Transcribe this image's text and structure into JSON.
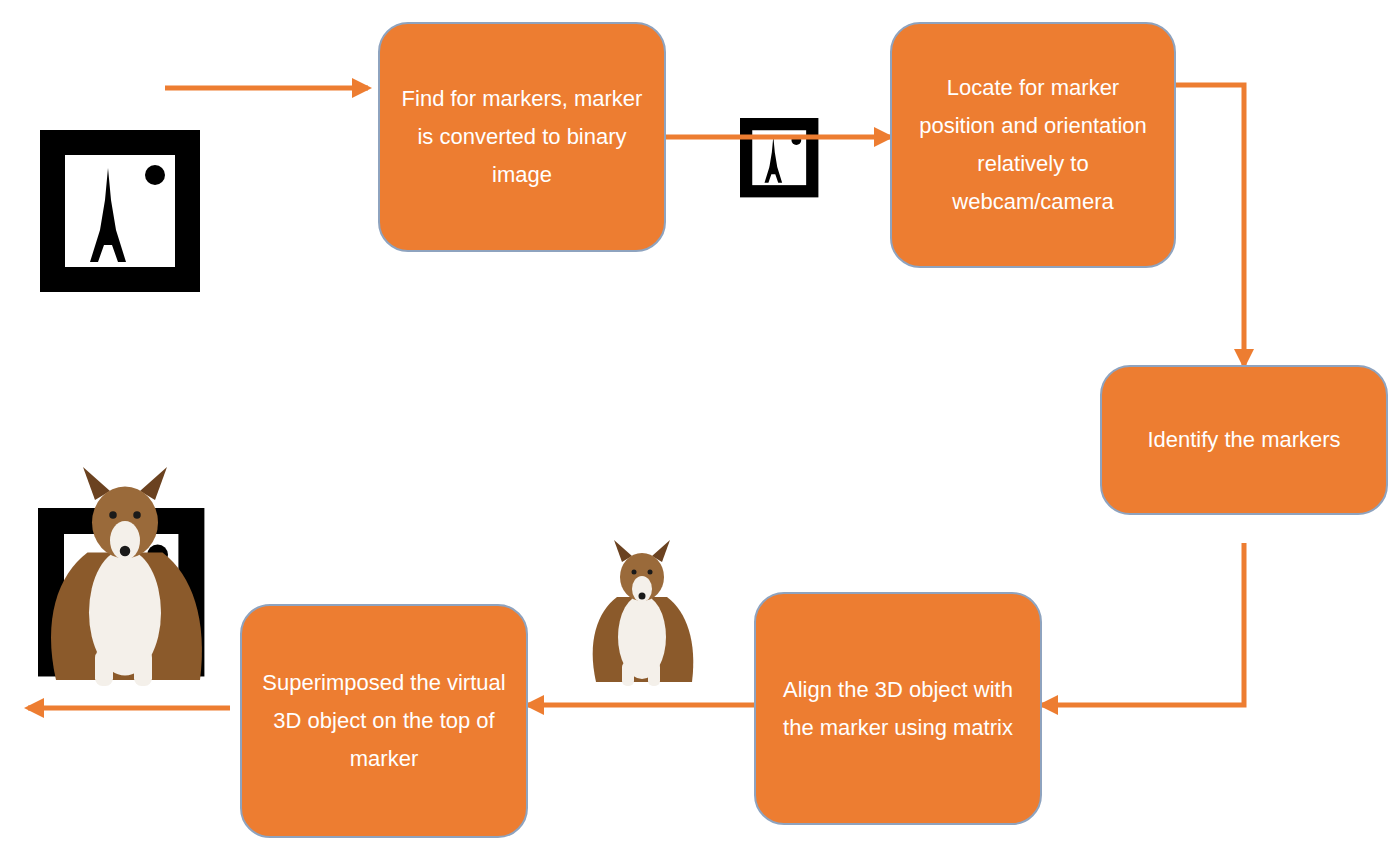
{
  "diagram": {
    "nodes": [
      {
        "text": [
          "Find for markers, marker is converted to binary image"
        ]
      },
      {
        "text": [
          "Locate for marker position and orientation relatively to webcam/camera"
        ]
      },
      {
        "text": [
          "Identify the markers"
        ]
      },
      {
        "text": [
          "Align the 3D object with the marker using matrix"
        ]
      },
      {
        "text": [
          "Superimposed the virtual 3D object on the top of marker"
        ]
      }
    ],
    "edges": [
      {
        "from": 0,
        "to": 1,
        "arrow": "to"
      },
      {
        "from": 1,
        "to": 2,
        "arrow": "to"
      },
      {
        "from": 2,
        "to": 3,
        "arrow": "to"
      },
      {
        "from": 3,
        "to": 4,
        "arrow": "to"
      }
    ]
  }
}
